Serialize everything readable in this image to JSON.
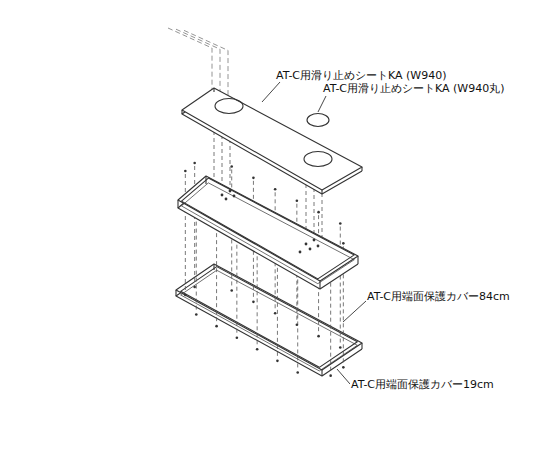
{
  "diagram": {
    "labels": [
      "AT-C用滑り止めシートKA (W940)",
      "AT-C用滑り止めシートKA (W940丸)",
      "AT-C用端面保護カバー84cm",
      "AT-C用端面保護カバー19cm"
    ]
  }
}
